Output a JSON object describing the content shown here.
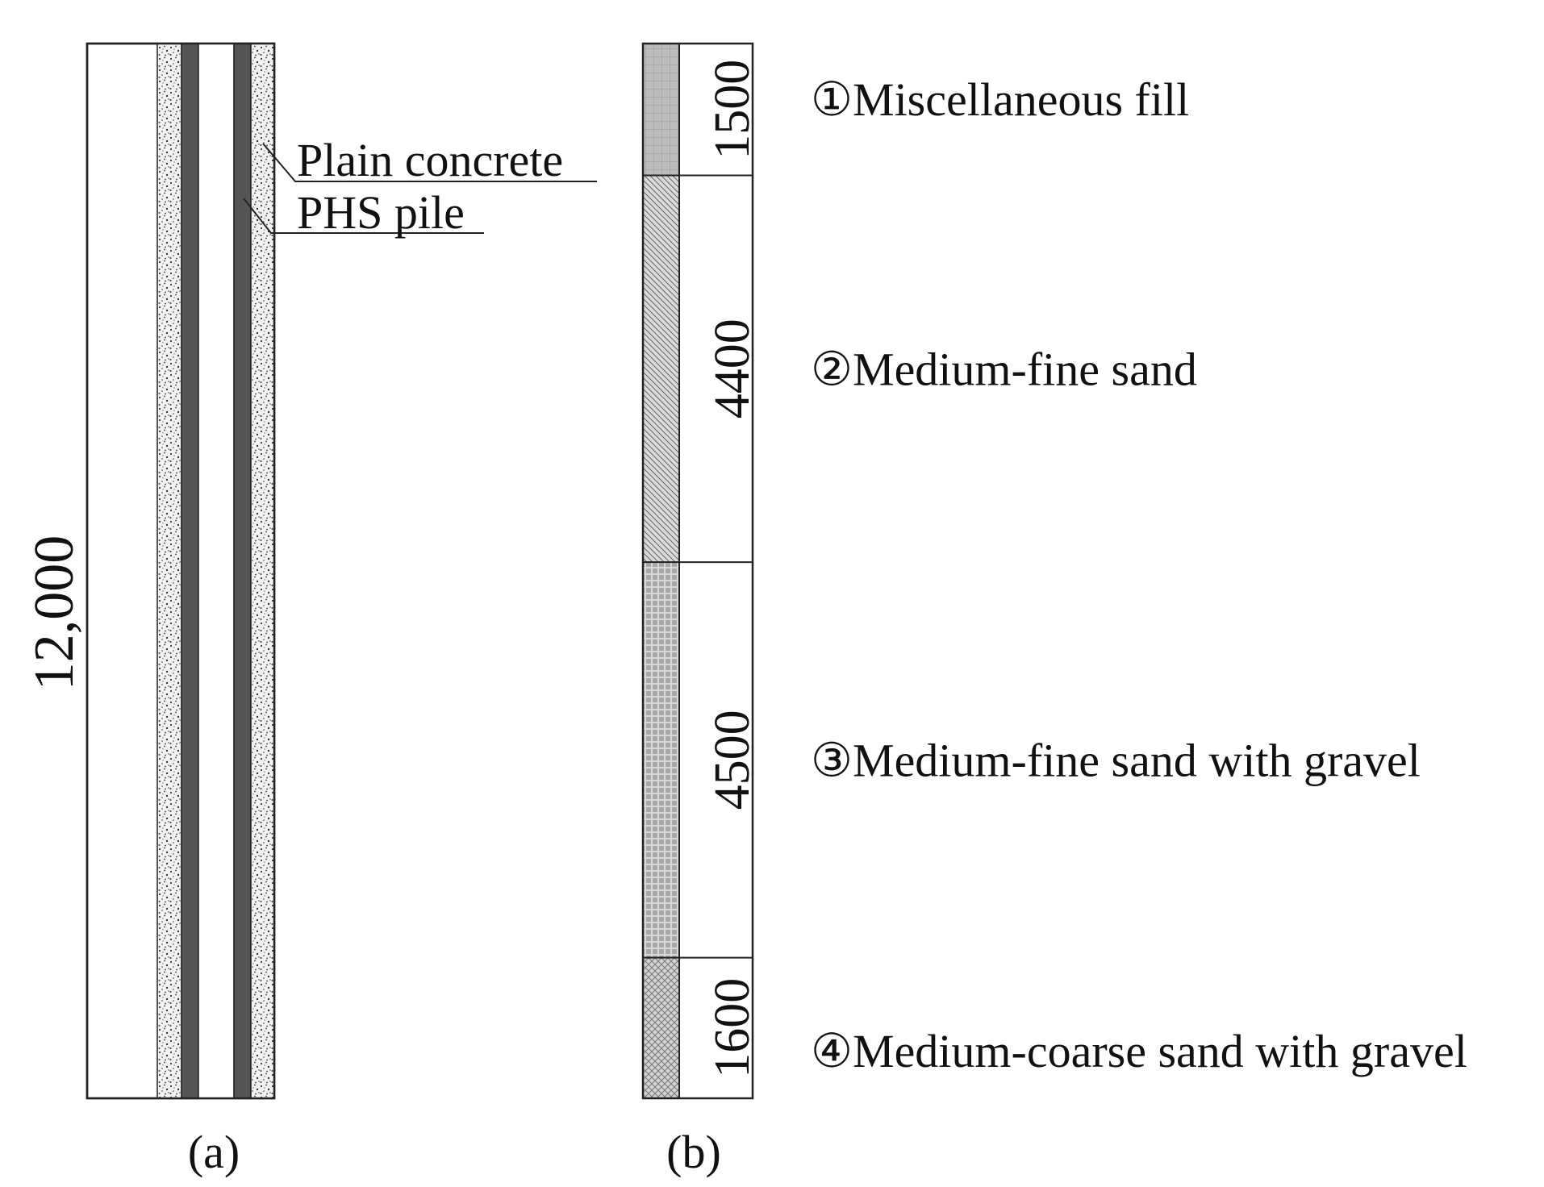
{
  "panel_a": {
    "label": "(a)",
    "dimension_text": "12,000",
    "callouts": {
      "plain_concrete": "Plain concrete",
      "phs_pile": "PHS pile"
    },
    "colors": {
      "pile_wall": "#555555",
      "concrete_speckle": "#333333"
    }
  },
  "panel_b": {
    "label": "(b)",
    "layers": [
      {
        "thickness": 1500,
        "thickness_text": "1500",
        "name": "①Miscellaneous fill",
        "pattern": "grid",
        "fill": "#bdbdbd"
      },
      {
        "thickness": 4400,
        "thickness_text": "4400",
        "name": "②Medium-fine sand",
        "pattern": "diagonal-hatch",
        "fill": "#d7d7d7"
      },
      {
        "thickness": 4500,
        "thickness_text": "4500",
        "name": "③Medium-fine sand with gravel",
        "pattern": "brick-weave",
        "fill": "#d9d9d9"
      },
      {
        "thickness": 1600,
        "thickness_text": "1600",
        "name": "④Medium-coarse sand with gravel",
        "pattern": "crosshatch",
        "fill": "#d0d0d0"
      }
    ]
  }
}
